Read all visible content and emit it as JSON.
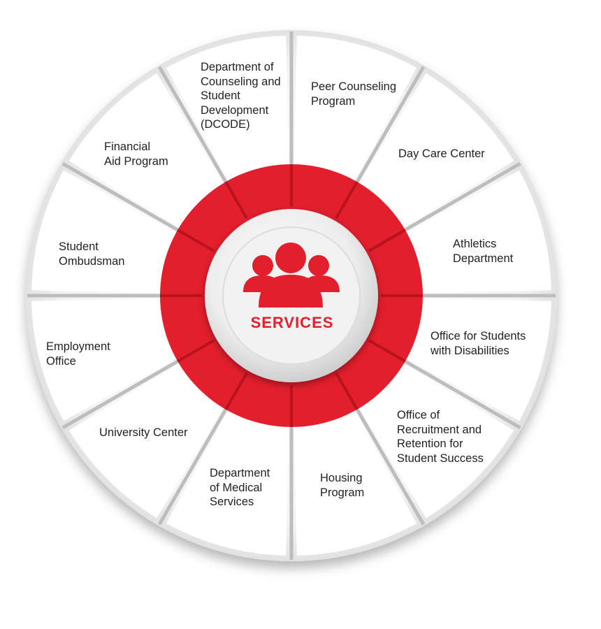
{
  "colors": {
    "ring_red": "#e31e2d",
    "text": "#231f20",
    "segment_fill": "#ffffff",
    "divider": "#bdbdbd"
  },
  "center": {
    "title": "SERVICES",
    "icon": "people-group-icon"
  },
  "segments": [
    {
      "id": "peer-counseling",
      "lines": [
        "Peer Counseling",
        "Program"
      ]
    },
    {
      "id": "day-care",
      "lines": [
        "Day Care Center"
      ]
    },
    {
      "id": "athletics",
      "lines": [
        "Athletics",
        "Department"
      ]
    },
    {
      "id": "disabilities",
      "lines": [
        "Office for Students",
        "with Disabilities"
      ]
    },
    {
      "id": "recruitment",
      "lines": [
        "Office of",
        "Recruitment and",
        "Retention for",
        "Student Success"
      ]
    },
    {
      "id": "housing",
      "lines": [
        "Housing",
        "Program"
      ]
    },
    {
      "id": "medical",
      "lines": [
        "Department",
        "of Medical",
        "Services"
      ]
    },
    {
      "id": "university-center",
      "lines": [
        "University Center"
      ]
    },
    {
      "id": "employment",
      "lines": [
        "Employment",
        "Office"
      ]
    },
    {
      "id": "ombudsman",
      "lines": [
        "Student",
        "Ombudsman"
      ]
    },
    {
      "id": "financial-aid",
      "lines": [
        "Financial",
        "Aid Program"
      ]
    },
    {
      "id": "dcode",
      "lines": [
        "Department of",
        "Counseling and",
        "Student",
        "Development",
        "(DCODE)"
      ]
    }
  ]
}
